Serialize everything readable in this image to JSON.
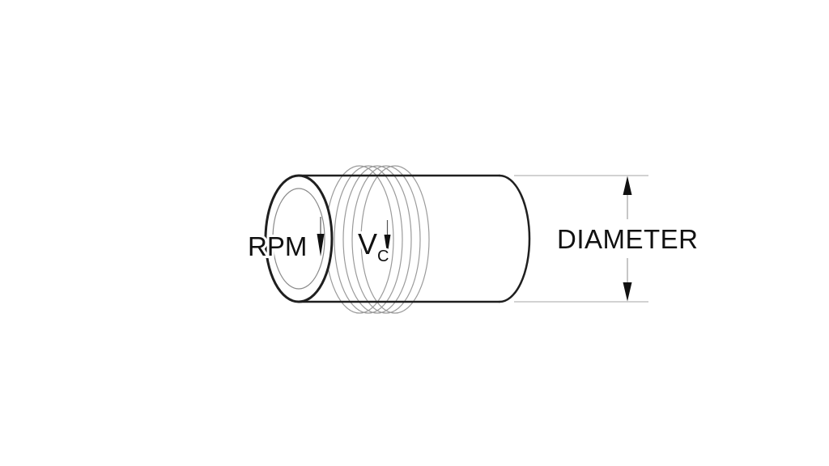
{
  "page": {
    "background": "#ffffff",
    "description": "Engineering diagram of a rotating cylindrical workpiece showing spindle speed (RPM), cutting speed (Vc) along a helical path, and the workpiece DIAMETER dimension"
  },
  "diagram": {
    "labels": {
      "rpm": "RPM",
      "vc_main": "V",
      "vc_sub": "C",
      "diameter": "DIAMETER"
    },
    "icons": {
      "rpm_arrow": "down-arrowhead",
      "vc_arrow": "down-arrowhead",
      "dimension_arrows": "vertical-double-arrow"
    },
    "colors": {
      "background": "#ffffff",
      "cylinder_outline": "#1f1f1f",
      "thin_construction_line": "#9b9b9b",
      "dimension_line": "#8f8f8f",
      "arrow_fill": "#111111",
      "text": "#111111"
    },
    "helix_ring_count": 5
  }
}
